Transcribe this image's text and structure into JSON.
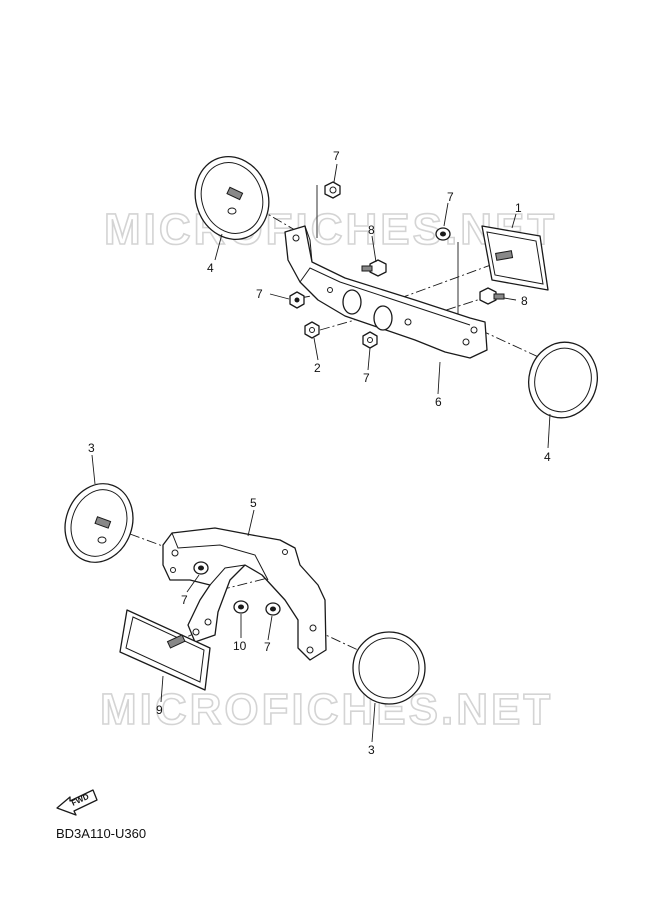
{
  "watermark": {
    "text": "MICROFICHES.NET"
  },
  "callouts": {
    "c1": "1",
    "c2": "2",
    "c3a": "3",
    "c3b": "3",
    "c4a": "4",
    "c4b": "4",
    "c5": "5",
    "c6": "6",
    "c7a": "7",
    "c7b": "7",
    "c7c": "7",
    "c7d": "7",
    "c7e": "7",
    "c7f": "7",
    "c8a": "8",
    "c8b": "8",
    "c9": "9",
    "c10": "10"
  },
  "fwd": {
    "label": "FWD"
  },
  "diagram_code": "BD3A110-U360"
}
